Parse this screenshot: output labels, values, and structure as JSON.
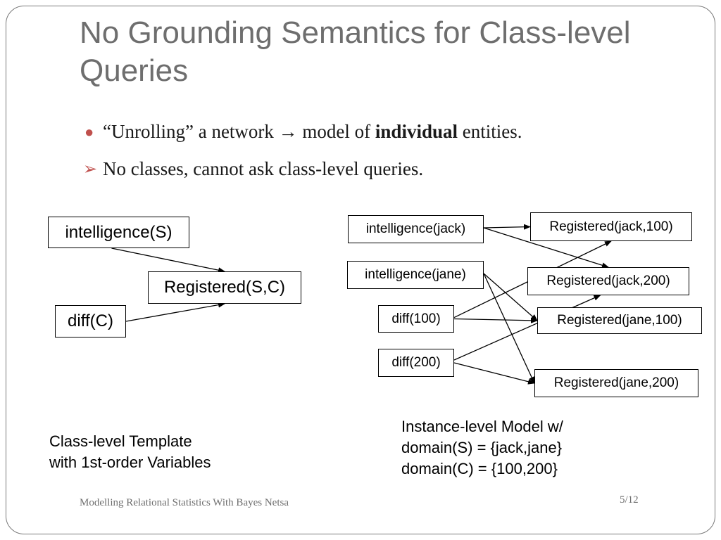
{
  "slide": {
    "title": "No Grounding Semantics for Class-level Queries",
    "bullets": [
      {
        "marker": "dot",
        "pre": "“Unrolling” a network → model of ",
        "bold": "individual",
        "post": " entities."
      },
      {
        "marker": "arrow",
        "pre": "No classes, cannot ask class-level queries.",
        "bold": "",
        "post": ""
      }
    ],
    "footer_left": "Modelling Relational Statistics With Bayes Netsa",
    "page_number": "5/12"
  },
  "class_model": {
    "nodes": {
      "intelligence": "intelligence(S)",
      "registered": "Registered(S,C)",
      "diff": "diff(C)"
    },
    "caption_lines": [
      "Class-level Template",
      "with 1st-order Variables"
    ]
  },
  "instance_model": {
    "nodes": {
      "int_jack": "intelligence(jack)",
      "int_jane": "intelligence(jane)",
      "diff100": "diff(100)",
      "diff200": "diff(200)",
      "reg_jack_100": "Registered(jack,100)",
      "reg_jack_200": "Registered(jack,200)",
      "reg_jane_100": "Registered(jane,100)",
      "reg_jane_200": "Registered(jane,200)"
    },
    "caption_lines": [
      "Instance-level Model w/",
      "domain(S) = {jack,jane}",
      "domain(C) = {100,200}"
    ]
  },
  "edges": [
    [
      "intelligence",
      "registered"
    ],
    [
      "diff",
      "registered"
    ],
    [
      "int_jack",
      "reg_jack_100"
    ],
    [
      "int_jack",
      "reg_jack_200"
    ],
    [
      "int_jane",
      "reg_jane_100"
    ],
    [
      "int_jane",
      "reg_jane_200"
    ],
    [
      "diff100",
      "reg_jack_100"
    ],
    [
      "diff100",
      "reg_jane_100"
    ],
    [
      "diff200",
      "reg_jack_200"
    ],
    [
      "diff200",
      "reg_jane_200"
    ]
  ]
}
